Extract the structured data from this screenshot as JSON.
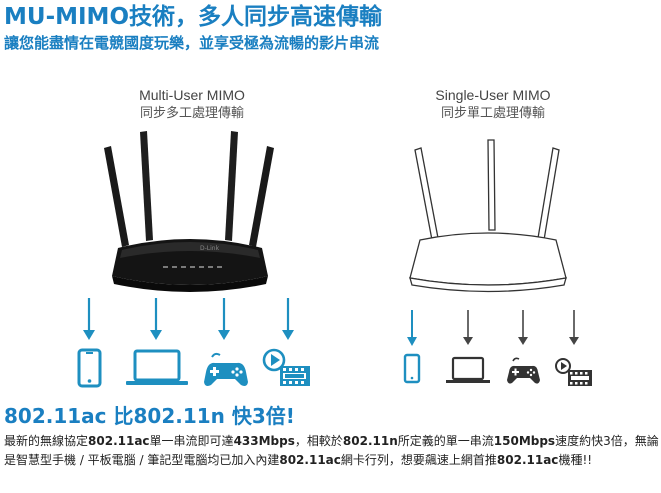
{
  "header": {
    "title": "MU-MIMO技術，多人同步高速傳輸",
    "subtitle": "讓您能盡情在電競國度玩樂，並享受極為流暢的影片串流"
  },
  "left_panel": {
    "title_en": "Multi-User MIMO",
    "title_zh": "同步多工處理傳輸",
    "device_brand": "D-Link",
    "devices": [
      "smartphone-icon",
      "laptop-icon",
      "gamepad-icon",
      "video-icon"
    ]
  },
  "right_panel": {
    "title_en": "Single-User MIMO",
    "title_zh": "同步單工處理傳輸",
    "devices": [
      "smartphone-icon",
      "laptop-icon",
      "gamepad-icon",
      "video-icon"
    ]
  },
  "headline": "802.11ac 比802.11n 快3倍!",
  "body": {
    "p1": "最新的無線協定",
    "b1": "802.11ac",
    "p2": "單一串流即可達",
    "b2": "433Mbps",
    "p3": "，相較於",
    "b3": "802.11n",
    "p4": "所定義的單一串流",
    "b4": "150Mbps",
    "p5": "速度約快3倍，無論是智慧型手機 / 平板電腦 / 筆記型電腦均已加入內建",
    "b5": "802.11ac",
    "p6": "網卡行列，想要飆速上網首推",
    "b6": "802.11ac",
    "p7": "機種!!"
  },
  "colors": {
    "accent_blue": "#1a7fc1",
    "arrow_blue": "#1e8fc0",
    "arrow_gray": "#444444",
    "icon_teal": "#1e8fc0"
  }
}
